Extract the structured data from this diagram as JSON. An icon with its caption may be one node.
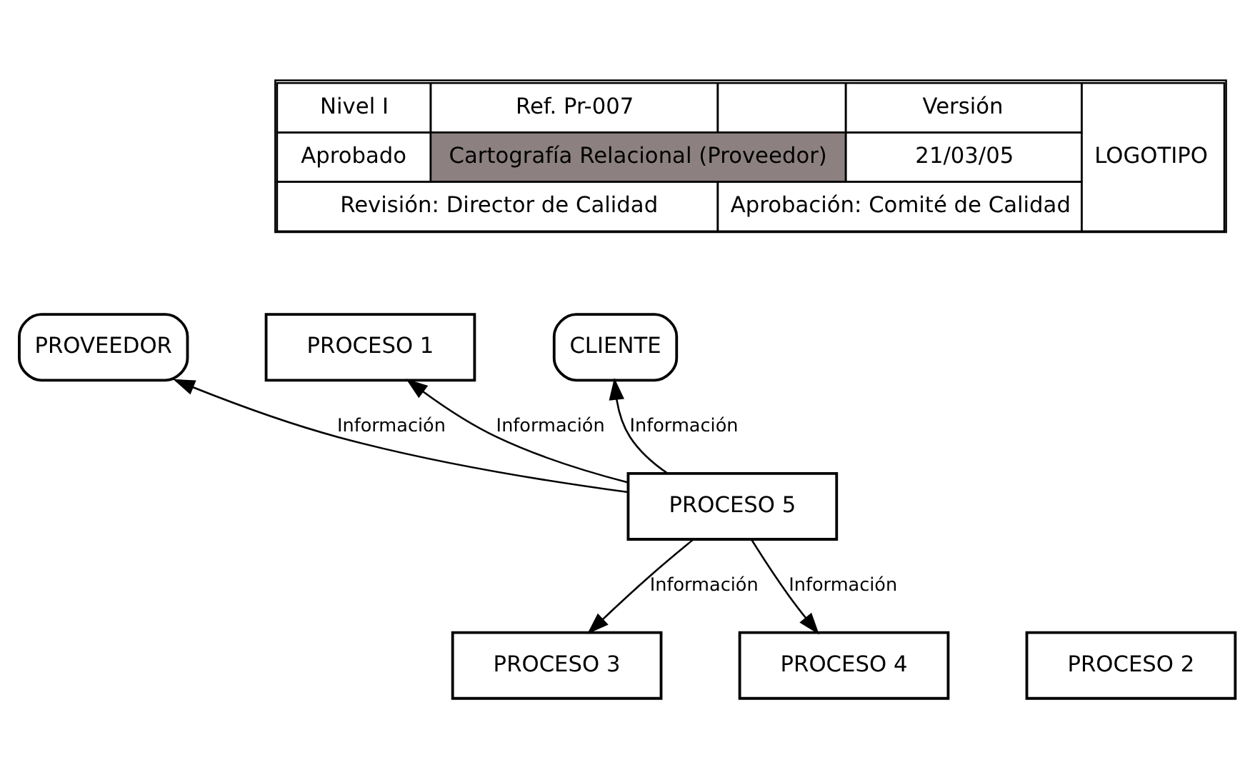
{
  "diagram": {
    "nodes": [
      {
        "text": [
          "PROVEEDOR"
        ]
      },
      {
        "text": [
          "PROCESO 1"
        ]
      },
      {
        "text": [
          "CLIENTE"
        ]
      },
      {
        "text": [
          "PROCESO 5"
        ]
      },
      {
        "text": [
          "PROCESO 2"
        ]
      },
      {
        "text": [
          "PROCESO 4"
        ]
      },
      {
        "text": [
          "PROCESO 3"
        ]
      }
    ],
    "edges": [
      {
        "from": 3,
        "to": 0,
        "arrow": "to",
        "label": "Información"
      },
      {
        "from": 3,
        "to": 1,
        "arrow": "to",
        "label": "Información"
      },
      {
        "from": 3,
        "to": 2,
        "arrow": "to",
        "label": "Información"
      },
      {
        "from": 3,
        "to": 5,
        "arrow": "to",
        "label": "Información"
      },
      {
        "from": 3,
        "to": 6,
        "arrow": "to",
        "label": "Información"
      }
    ],
    "labels": [
      "Nivel I",
      "Ref. Pr-007",
      "Versión",
      "Aprobado",
      "Cartografía Relacional (Proveedor)",
      "21/03/05",
      "LOGOTIPO",
      "Revisión: Director de Calidad",
      "Aprobación: Comité de Calidad"
    ]
  }
}
